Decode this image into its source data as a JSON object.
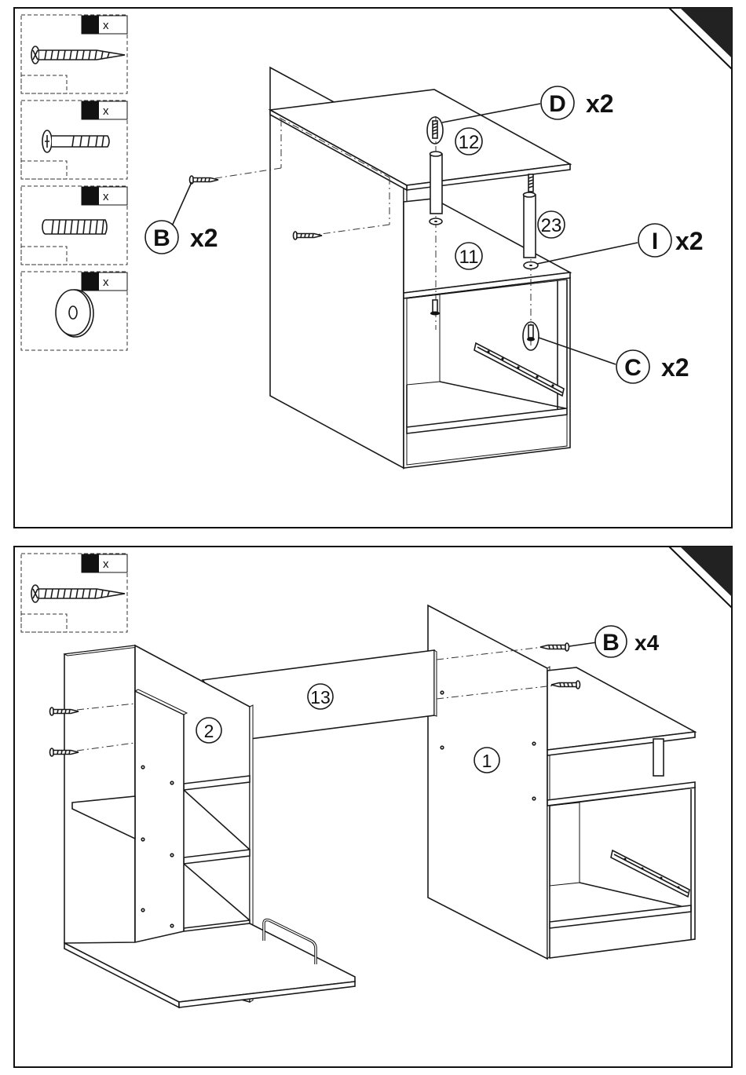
{
  "step1": {
    "hardware_qty_marker": [
      "x",
      "x",
      "x",
      "x"
    ],
    "callouts": {
      "D": {
        "letter": "D",
        "qty": "x2"
      },
      "B": {
        "letter": "B",
        "qty": "x2"
      },
      "I": {
        "letter": "I",
        "qty": "x2"
      },
      "C": {
        "letter": "C",
        "qty": "x2"
      }
    },
    "parts": {
      "p12": "12",
      "p23": "23",
      "p11": "11"
    }
  },
  "step2": {
    "hardware_qty_marker": [
      "x"
    ],
    "callouts": {
      "B": {
        "letter": "B",
        "qty": "x4"
      }
    },
    "parts": {
      "p13": "13",
      "p2": "2",
      "p1": "1"
    }
  }
}
